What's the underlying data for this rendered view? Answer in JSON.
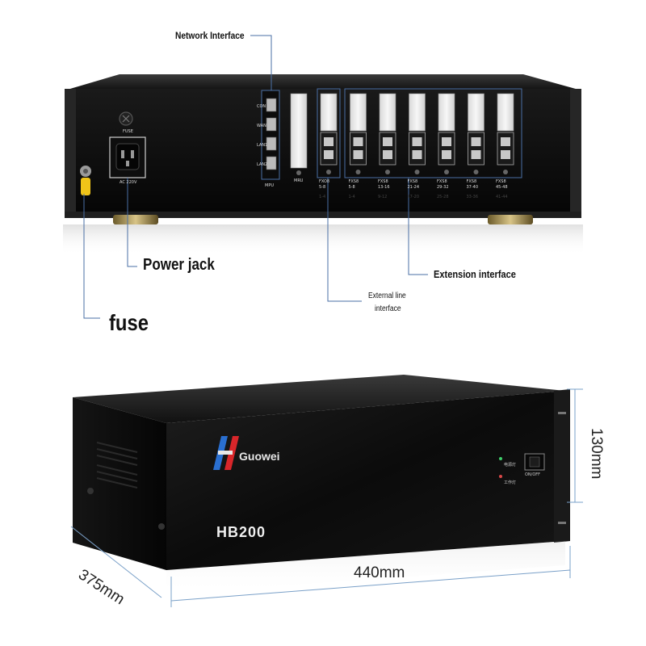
{
  "callouts": {
    "network_interface": "Network Interface",
    "power_jack": "Power jack",
    "fuse": "fuse",
    "extension_interface": "Extension interface",
    "external_line_line1": "External line",
    "external_line_line2": "interface"
  },
  "rear_panel": {
    "fuse_label": "FUSE",
    "ac_label": "AC 220V",
    "mpu_label": "MPU",
    "mru_label": "MRU",
    "mpu_ports": [
      "CON",
      "WAN",
      "LAN1",
      "LAN2"
    ],
    "cards": [
      {
        "name": "FXO8",
        "top_range": "5-8",
        "bottom_range": "1-4"
      },
      {
        "name": "FXS8",
        "top_range": "5-8",
        "bottom_range": "1-4"
      },
      {
        "name": "FXS8",
        "top_range": "13-16",
        "bottom_range": "9-12"
      },
      {
        "name": "FXS8",
        "top_range": "21-24",
        "bottom_range": "17-20"
      },
      {
        "name": "FXS8",
        "top_range": "29-32",
        "bottom_range": "25-28"
      },
      {
        "name": "FXS8",
        "top_range": "37-40",
        "bottom_range": "33-36"
      },
      {
        "name": "FXS8",
        "top_range": "45-48",
        "bottom_range": "41-44"
      }
    ]
  },
  "front_panel": {
    "brand": "Guowei",
    "model": "HB200",
    "switch_label": "ON/OFF",
    "led_power": "电源灯",
    "led_work": "工作灯"
  },
  "dimensions": {
    "width": "440mm",
    "depth": "375mm",
    "height": "130mm"
  },
  "colors": {
    "chassis": "#0c0c0c",
    "callout_line": "#4a6fa5",
    "dimension_line": "#7aa0c8",
    "brand_red": "#d8262a",
    "brand_blue": "#2a6fd0"
  }
}
